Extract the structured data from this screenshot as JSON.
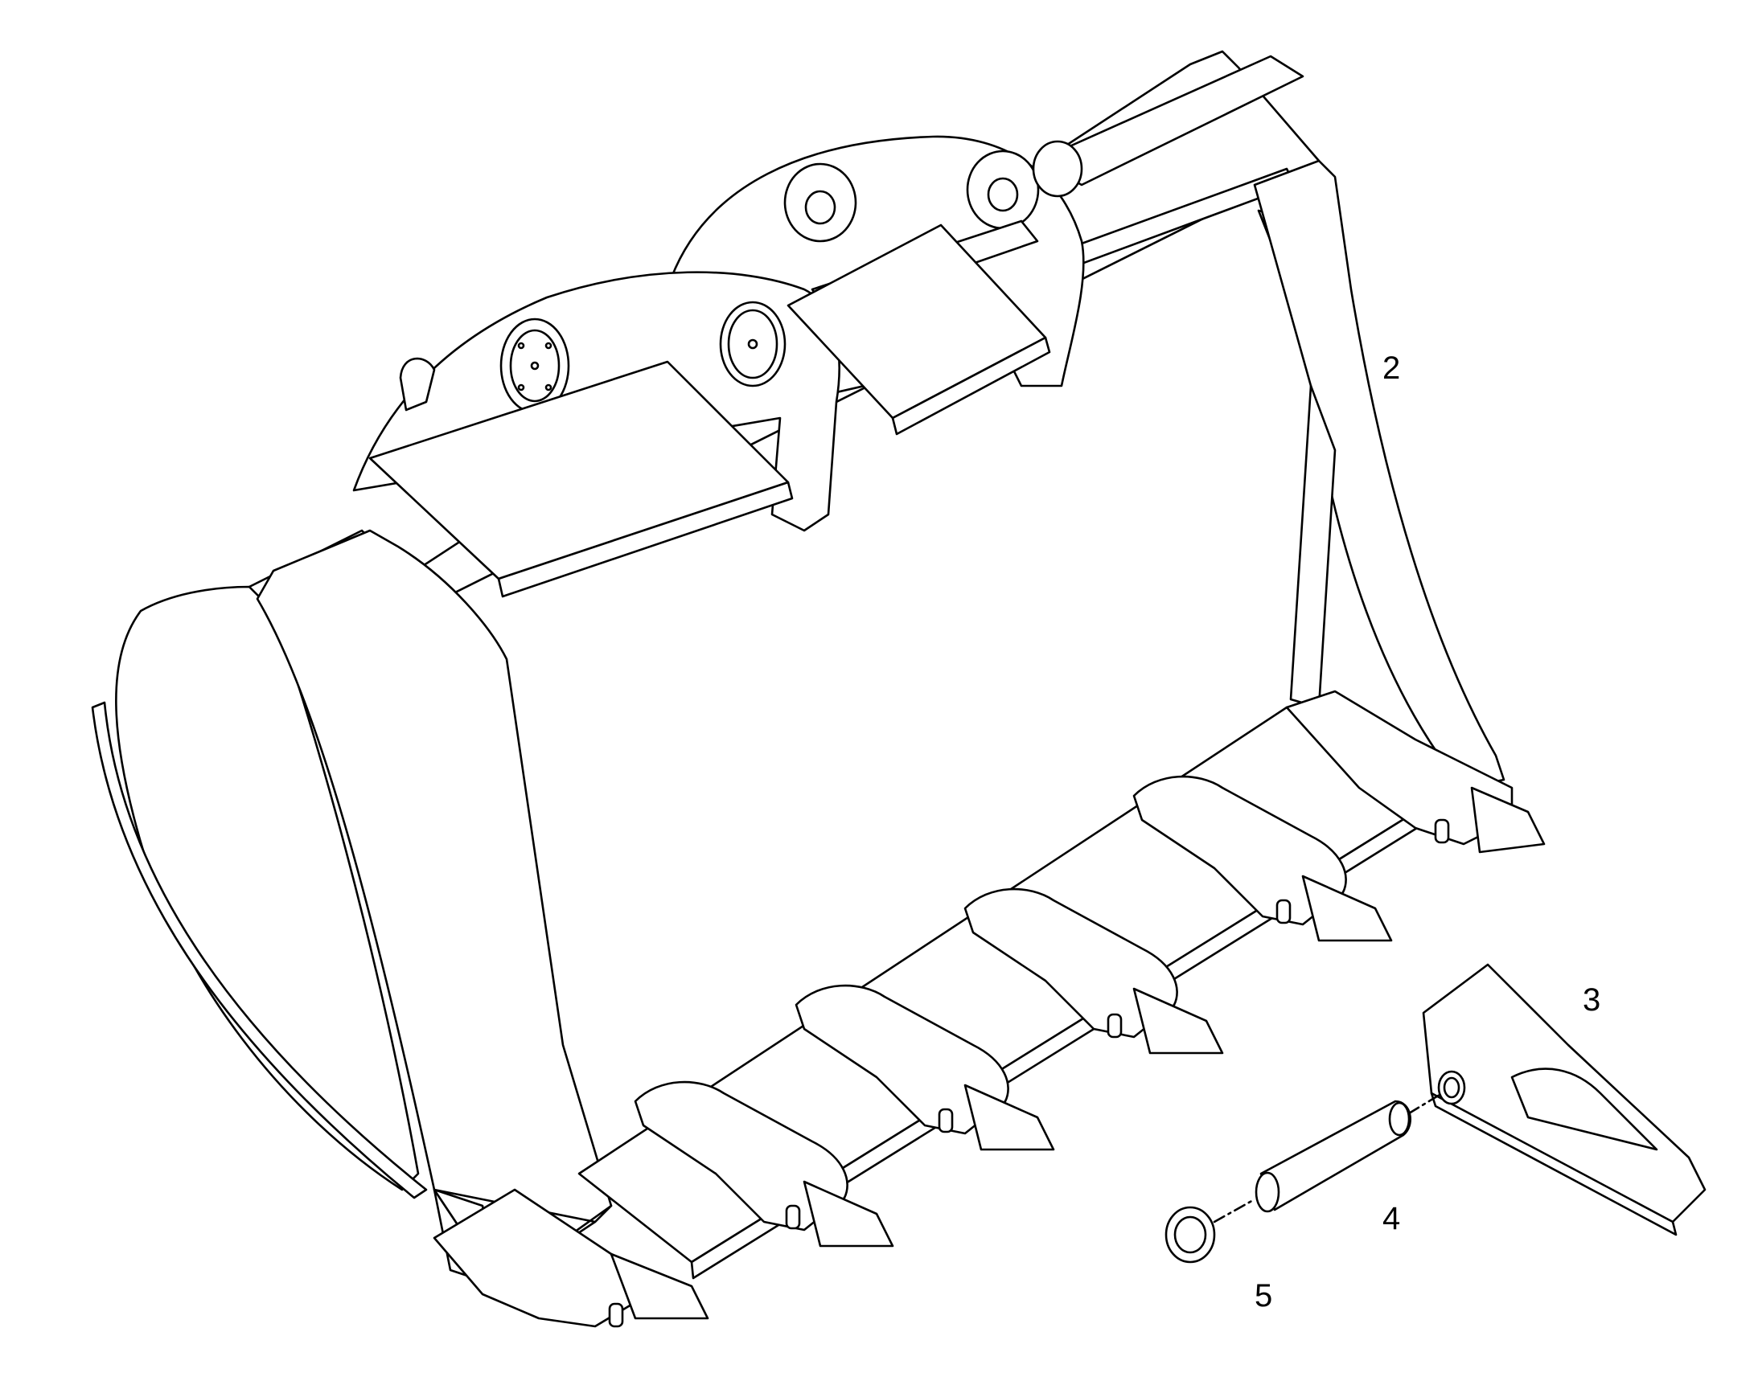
{
  "callouts": {
    "bucket": "2",
    "tooth": "3",
    "pin": "4",
    "retainer": "5"
  },
  "colors": {
    "line": "#000000",
    "fill": "#ffffff"
  }
}
